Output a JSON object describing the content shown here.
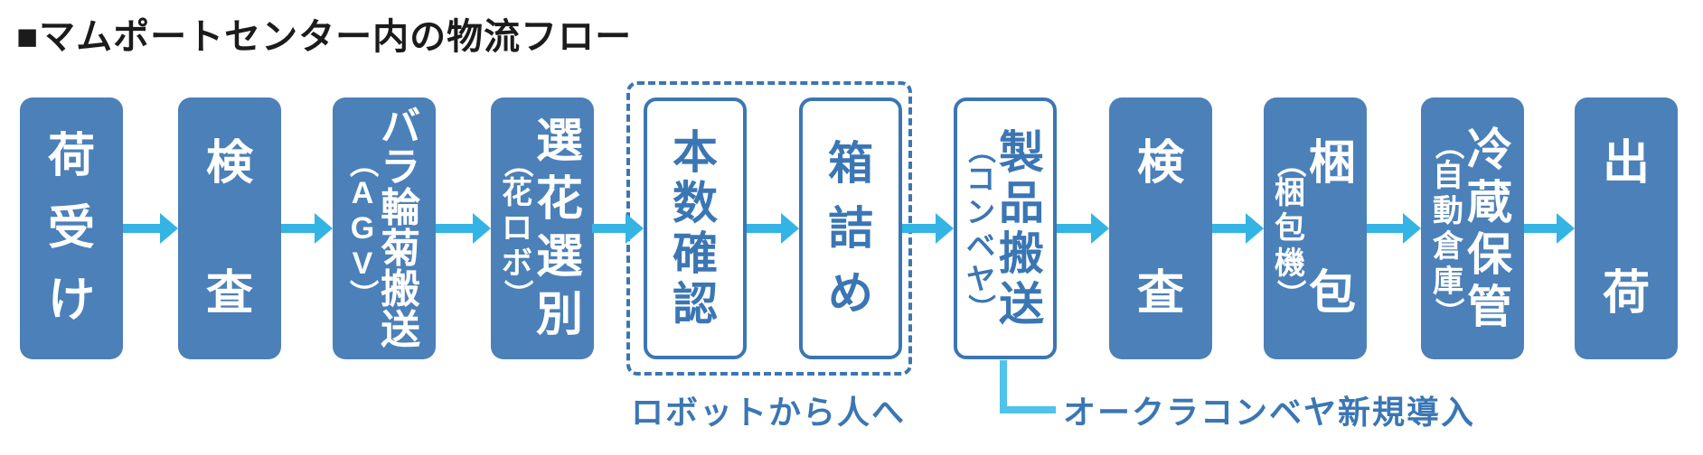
{
  "title": "■マムポートセンター内の物流フロー",
  "flow": {
    "steps": [
      {
        "main": "荷受け"
      },
      {
        "main": "検査"
      },
      {
        "main": "バラ輪菊搬送",
        "sub": "（AGV）"
      },
      {
        "main": "選花選別",
        "sub": "（花ロボ）"
      },
      {
        "main": "本数確認"
      },
      {
        "main": "箱詰め"
      },
      {
        "main": "製品搬送",
        "sub": "（コンベヤ）"
      },
      {
        "main": "検査"
      },
      {
        "main": "梱包",
        "sub": "（梱包機）"
      },
      {
        "main": "冷蔵保管",
        "sub": "（自動倉庫）"
      },
      {
        "main": "出荷"
      }
    ]
  },
  "annotations": {
    "robot_to_human": "ロボットから人へ",
    "okura_conveyor": "オークラコンベヤ新規導入"
  },
  "colors": {
    "box_fill": "#4b80b9",
    "outline_blue": "#3b76b4",
    "arrow_cyan": "#33b4e4",
    "connector_cyan": "#4fc3ec",
    "note_blue": "#3b76b4",
    "title_color": "#1b1b1b"
  }
}
